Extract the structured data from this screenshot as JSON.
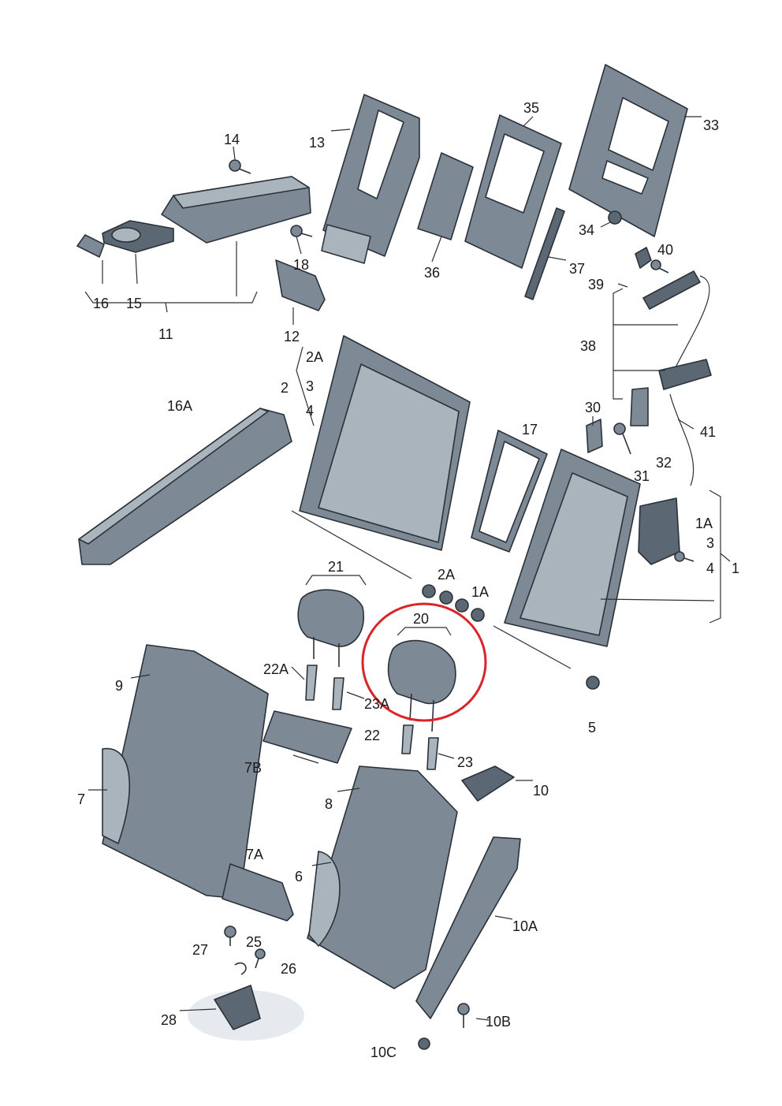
{
  "labels": {
    "l14": "14",
    "l13": "13",
    "l35": "35",
    "l33": "33",
    "l18": "18",
    "l36": "36",
    "l37": "37",
    "l34": "34",
    "l16": "16",
    "l15": "15",
    "l11": "11",
    "l12": "12",
    "l40": "40",
    "l39": "39",
    "l38": "38",
    "l2A": "2A",
    "l2": "2",
    "l3": "3",
    "l4": "4",
    "l16A": "16A",
    "l17": "17",
    "l30": "30",
    "l32": "32",
    "l31": "31",
    "l41": "41",
    "l1A": "1A",
    "l3r": "3",
    "l4r": "4",
    "l1": "1",
    "l21": "21",
    "l2Ab": "2A",
    "l1Ab": "1A",
    "l20": "20",
    "l9": "9",
    "l22A": "22A",
    "l23A": "23A",
    "l22": "22",
    "l23": "23",
    "l7B": "7B",
    "l5": "5",
    "l10": "10",
    "l7": "7",
    "l8": "8",
    "l7A": "7A",
    "l6": "6",
    "l10A": "10A",
    "l27": "27",
    "l25": "25",
    "l26": "26",
    "l28": "28",
    "l10B": "10B",
    "l10C": "10C"
  },
  "colors": {
    "part_fill": "#7d8a96",
    "part_dark": "#5b6772",
    "part_light": "#aab4bd",
    "outline": "#2b3138",
    "highlight_circle": "#d9252a"
  }
}
